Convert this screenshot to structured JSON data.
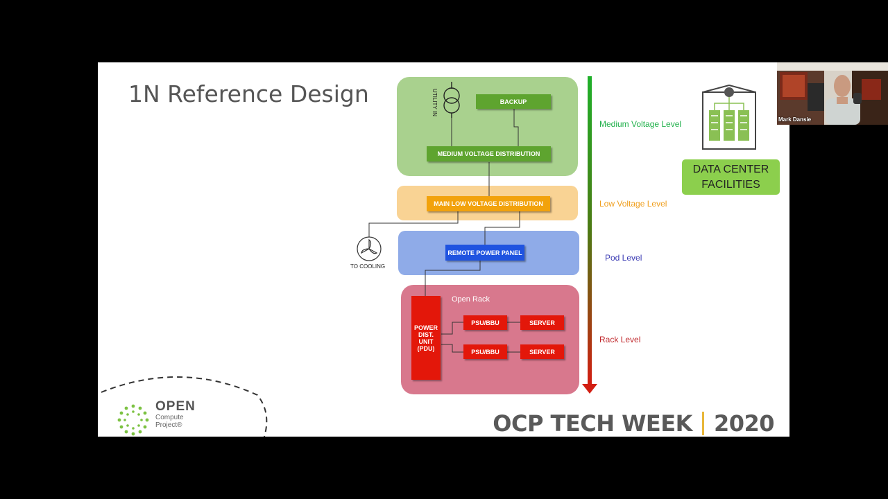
{
  "slide": {
    "title": "1N Reference Design",
    "diagram": {
      "utility_in": "UTILITY IN",
      "backup": "BACKUP",
      "medium_voltage_distribution": "MEDIUM VOLTAGE DISTRIBUTION",
      "main_low_voltage_distribution": "MAIN LOW VOLTAGE DISTRIBUTION",
      "remote_power_panel": "REMOTE POWER PANEL",
      "to_cooling": "TO COOLING",
      "open_rack": "Open Rack",
      "pdu": "POWER DIST. UNIT (PDU)",
      "psu_bbu_1": "PSU/BBU",
      "server_1": "SERVER",
      "psu_bbu_2": "PSU/BBU",
      "server_2": "SERVER"
    },
    "levels": {
      "medium": "Medium Voltage Level",
      "low": "Low Voltage Level",
      "pod": "Pod Level",
      "rack": "Rack Level"
    },
    "facilities": "DATA CENTER FACILITIES",
    "logo": {
      "open": "OPEN",
      "compute": "Compute",
      "project": "Project®"
    },
    "footer": {
      "event": "OCP TECH WEEK",
      "year": "2020"
    }
  },
  "webcam": {
    "name": "Mark Dansie"
  },
  "colors": {
    "medium_zone": "#a9d18e",
    "low_zone": "#f9d394",
    "pod_zone": "#8fabe8",
    "rack_zone": "#d8788d",
    "green_box": "#5ea42f",
    "orange_box": "#f2a20c",
    "blue_box": "#1f53e0",
    "red_box": "#e3170a",
    "medium_text": "#22b14c",
    "low_text": "#f0a020",
    "pod_text": "#3c3cb4",
    "rack_text": "#c0282c",
    "brand_sep": "#e8b638"
  }
}
